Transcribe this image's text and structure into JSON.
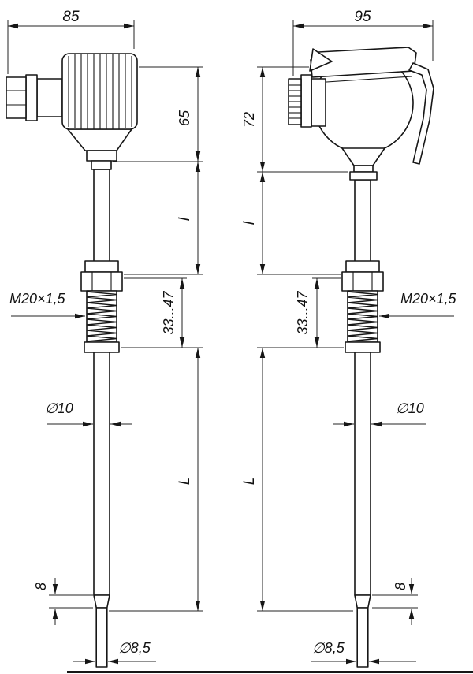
{
  "views": {
    "left": {
      "head_width": "85",
      "head_height": "65",
      "immersion_len": "l",
      "fitting_range": "33...47",
      "thread_label": "M20×1,5",
      "tube_diameter": "∅10",
      "mount_len": "L",
      "tip_step_len": "8",
      "tip_diameter": "∅8,5"
    },
    "right": {
      "head_width": "95",
      "head_height": "72",
      "immersion_len": "l",
      "fitting_range": "33...47",
      "thread_label": "M20×1,5",
      "tube_diameter": "∅10",
      "mount_len": "L",
      "tip_step_len": "8",
      "tip_diameter": "∅8,5"
    }
  },
  "colors": {
    "line": "#161616",
    "background": "#ffffff"
  }
}
